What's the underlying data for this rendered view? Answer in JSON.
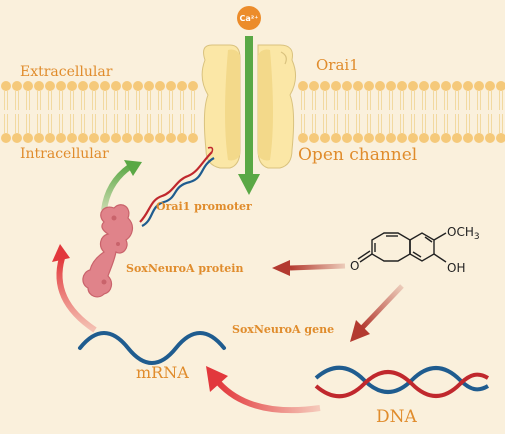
{
  "membrane": {
    "extracellular_label": "Extracellular",
    "intracellular_label": "Intracellular"
  },
  "channel": {
    "name": "Orai1",
    "state_label": "Open channel",
    "ion_label": "Ca²⁺"
  },
  "promoter": {
    "label": "Orai1 promoter"
  },
  "protein": {
    "label": "SoxNeuroA protein"
  },
  "gene": {
    "label": "SoxNeuroA gene"
  },
  "mrna": {
    "label": "mRNA"
  },
  "dna": {
    "label": "DNA"
  },
  "compound": {
    "substituent_top": "OCH",
    "substituent_top_sub": "3",
    "substituent_right": "OH",
    "carbonyl": "O"
  },
  "colors": {
    "background": "#faf0dc",
    "label": "#e08c2c",
    "membrane_head": "#f5c97a",
    "channel": "#fbe7a6",
    "green_arrow": "#5aa845",
    "red_arrow": "#e2383c",
    "dark_red_arrow": "#b33a30",
    "dna_blue": "#1f5c8f",
    "dna_red": "#c0282d"
  }
}
